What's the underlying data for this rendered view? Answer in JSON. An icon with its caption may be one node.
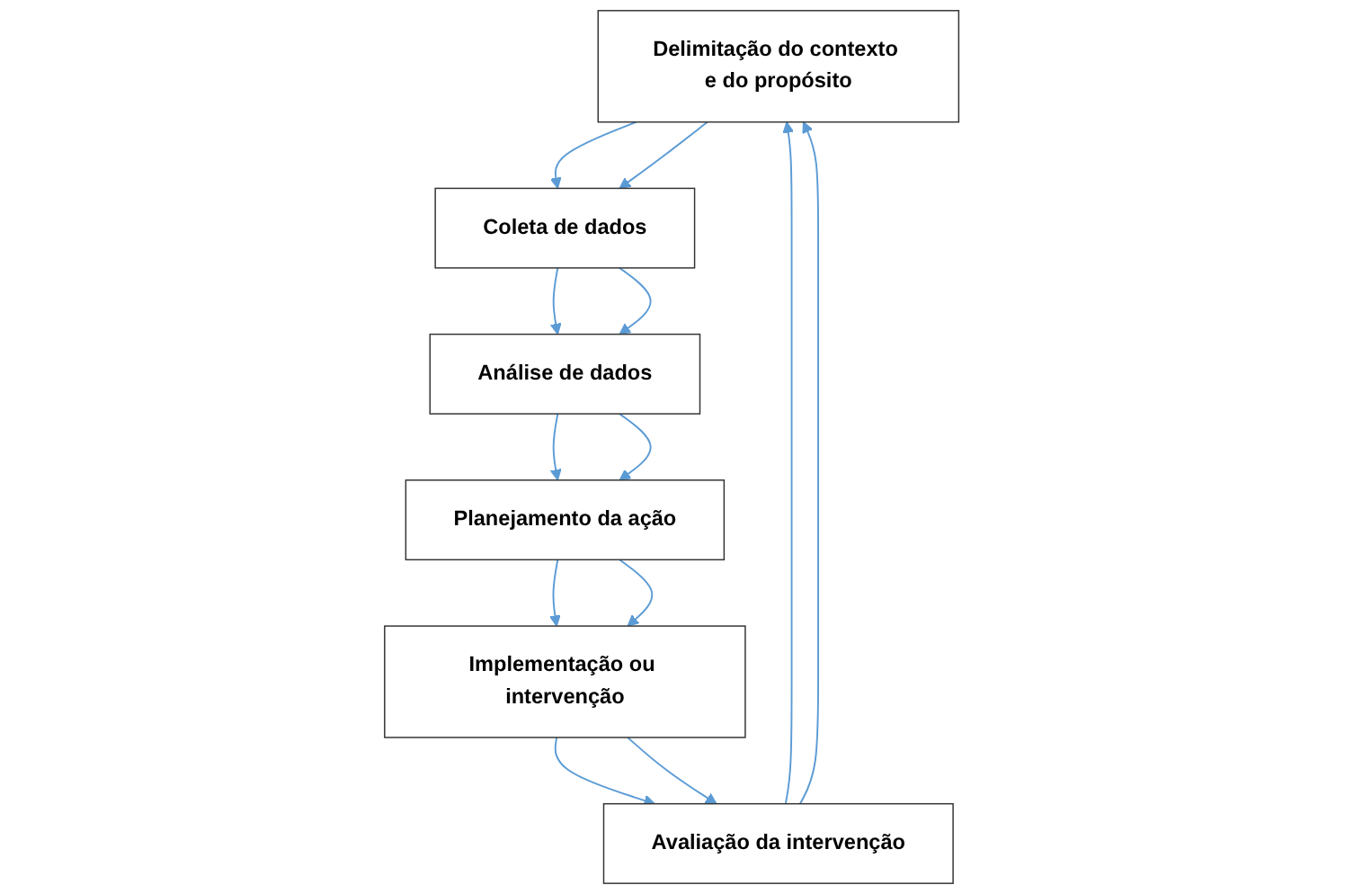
{
  "diagram": {
    "nodes": [
      {
        "text": [
          "Delimitação do contexto e do propósito"
        ]
      },
      {
        "text": [
          "Coleta de dados"
        ]
      },
      {
        "text": [
          "Análise de dados"
        ]
      },
      {
        "text": [
          "Planejamento da ação"
        ]
      },
      {
        "text": [
          "Implementação ou intervenção"
        ]
      },
      {
        "text": [
          "Avaliação da intervenção"
        ]
      }
    ],
    "edges": [
      {
        "from": 0,
        "to": 1,
        "arrow": "to"
      },
      {
        "from": 0,
        "to": 1,
        "arrow": "to"
      },
      {
        "from": 1,
        "to": 2,
        "arrow": "to"
      },
      {
        "from": 1,
        "to": 2,
        "arrow": "to"
      },
      {
        "from": 2,
        "to": 3,
        "arrow": "to"
      },
      {
        "from": 2,
        "to": 3,
        "arrow": "to"
      },
      {
        "from": 3,
        "to": 4,
        "arrow": "to"
      },
      {
        "from": 3,
        "to": 4,
        "arrow": "to"
      },
      {
        "from": 4,
        "to": 5,
        "arrow": "to"
      },
      {
        "from": 4,
        "to": 5,
        "arrow": "to"
      },
      {
        "from": 5,
        "to": 0,
        "arrow": "to"
      },
      {
        "from": 5,
        "to": 0,
        "arrow": "to"
      }
    ]
  }
}
